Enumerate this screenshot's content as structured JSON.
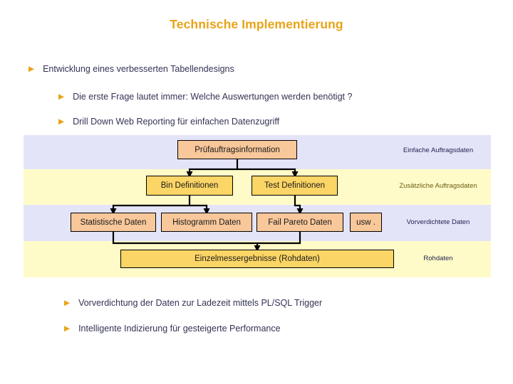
{
  "slide": {
    "title": "Technische Implementierung",
    "bullet_marker": "▶",
    "accent_color": "#E8A317",
    "text_color": "#333355"
  },
  "bullets_top": [
    {
      "level": 1,
      "text": "Entwicklung eines verbesserten Tabellendesigns"
    },
    {
      "level": 2,
      "text": "Die erste Frage lautet immer: Welche Auswertungen werden benötigt ?"
    },
    {
      "level": 2,
      "text": "Drill Down Web Reporting für einfachen Datenzugriff"
    }
  ],
  "bullets_bottom": [
    {
      "level": 2,
      "text": "Vorverdichtung der Daten zur Ladezeit mittels PL/SQL Trigger"
    },
    {
      "level": 2,
      "text": "Intelligente Indizierung für gesteigerte Performance"
    }
  ],
  "diagram": {
    "bands": [
      {
        "label": "Einfache Auftragsdaten",
        "background": "#E4E4F8",
        "label_color": "#1F1F50"
      },
      {
        "label": "Zusätzliche Auftragsdaten",
        "background": "#FFFBC8",
        "label_color": "#6B5A14"
      },
      {
        "label": "Vorverdichtete Daten",
        "background": "#E4E4F8",
        "label_color": "#1F1F50"
      },
      {
        "label": "Rohdaten",
        "background": "#FFFBC8",
        "label_color": "#1F1F50"
      }
    ],
    "nodes": [
      {
        "id": "pruf",
        "label": "Prüfauftragsinformation",
        "fill": "#F8C79A",
        "band": 0
      },
      {
        "id": "bin",
        "label": "Bin Definitionen",
        "fill": "#FBD565",
        "band": 1
      },
      {
        "id": "test",
        "label": "Test Definitionen",
        "fill": "#FBD565",
        "band": 1
      },
      {
        "id": "stat",
        "label": "Statistische Daten",
        "fill": "#F8C79A",
        "band": 2
      },
      {
        "id": "hist",
        "label": "Histogramm Daten",
        "fill": "#F8C79A",
        "band": 2
      },
      {
        "id": "fail",
        "label": "Fail Pareto Daten",
        "fill": "#F8C79A",
        "band": 2
      },
      {
        "id": "usw",
        "label": "usw .",
        "fill": "#F8C79A",
        "band": 2
      },
      {
        "id": "einzel",
        "label": "Einzelmessergebnisse (Rohdaten)",
        "fill": "#FBD565",
        "band": 3
      }
    ],
    "edges": [
      {
        "from": "pruf",
        "to": "bin"
      },
      {
        "from": "pruf",
        "to": "test"
      },
      {
        "from": "bin",
        "to": "stat"
      },
      {
        "from": "bin",
        "to": "hist"
      },
      {
        "from": "test",
        "to": "fail"
      },
      {
        "from": "stat",
        "to": "einzel"
      },
      {
        "from": "fail",
        "to": "einzel"
      }
    ],
    "connector_color": "#000000"
  }
}
